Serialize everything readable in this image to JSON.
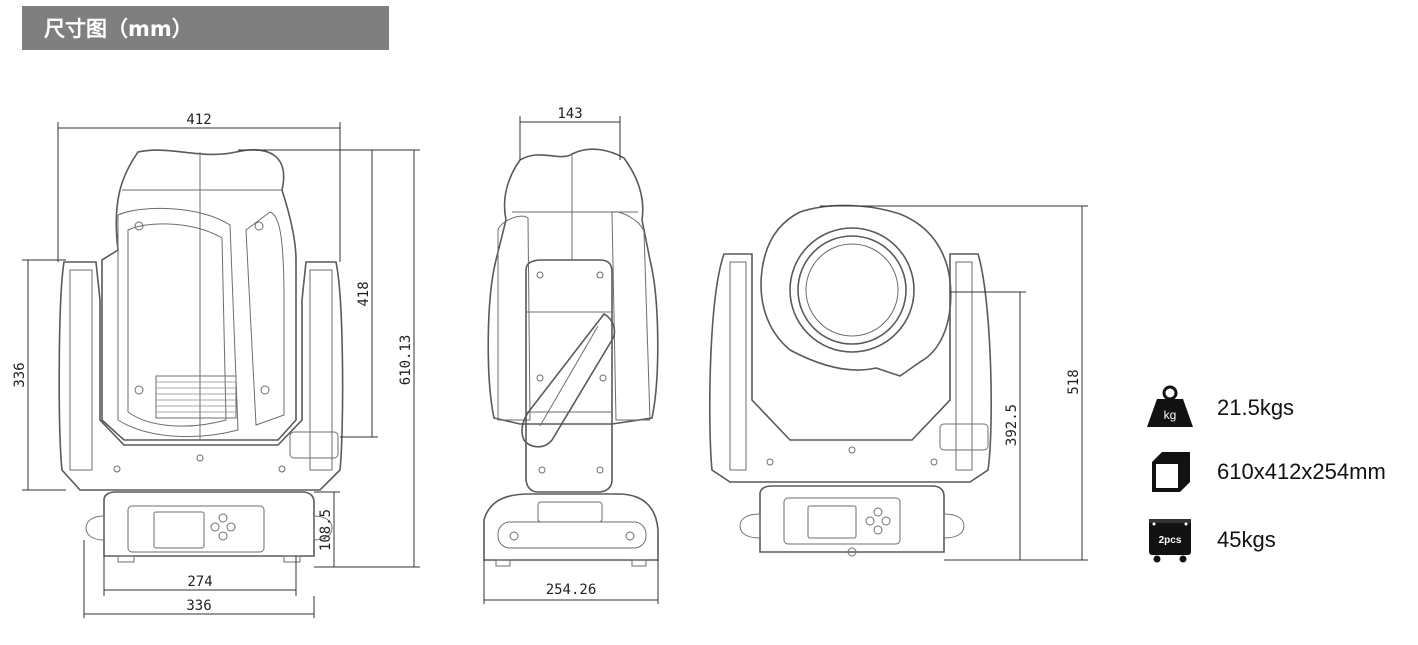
{
  "header": {
    "title": "尺寸图（mm）"
  },
  "front_view": {
    "dims": {
      "width_top": "412",
      "height_arm": "418",
      "height_total": "610.13",
      "height_left": "336",
      "base_height": "108.5",
      "base_inner": "274",
      "base_outer": "336"
    }
  },
  "side_view": {
    "dims": {
      "width_top": "143",
      "base_width": "254.26"
    }
  },
  "tilt_view": {
    "dims": {
      "height_total": "518",
      "height_inner": "392.5"
    }
  },
  "specs": [
    {
      "icon": "weight-icon",
      "icon_label": "kg",
      "text": "21.5kgs"
    },
    {
      "icon": "box-icon",
      "text": "610x412x254mm"
    },
    {
      "icon": "flight-case-icon",
      "icon_label": "2pcs",
      "text": "45kgs"
    }
  ],
  "colors": {
    "header_bg": "#7f7f7f",
    "line": "#5a5a5a"
  }
}
